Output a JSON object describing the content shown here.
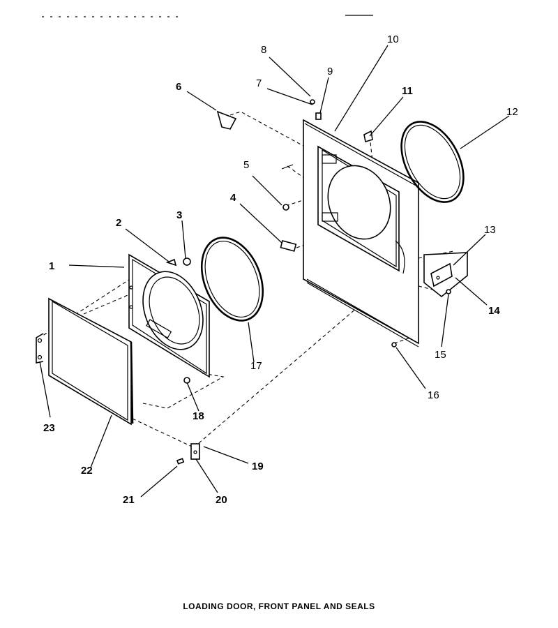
{
  "caption": "LOADING DOOR, FRONT PANEL AND SEALS",
  "callouts": {
    "c1": "1",
    "c2": "2",
    "c3": "3",
    "c4": "4",
    "c5": "5",
    "c6": "6",
    "c7": "7",
    "c8": "8",
    "c9": "9",
    "c10": "10",
    "c11": "11",
    "c12": "12",
    "c13": "13",
    "c14": "14",
    "c15": "15",
    "c16": "16",
    "c17": "17",
    "c18": "18",
    "c19": "19",
    "c20": "20",
    "c21": "21",
    "c22": "22",
    "c23": "23"
  }
}
